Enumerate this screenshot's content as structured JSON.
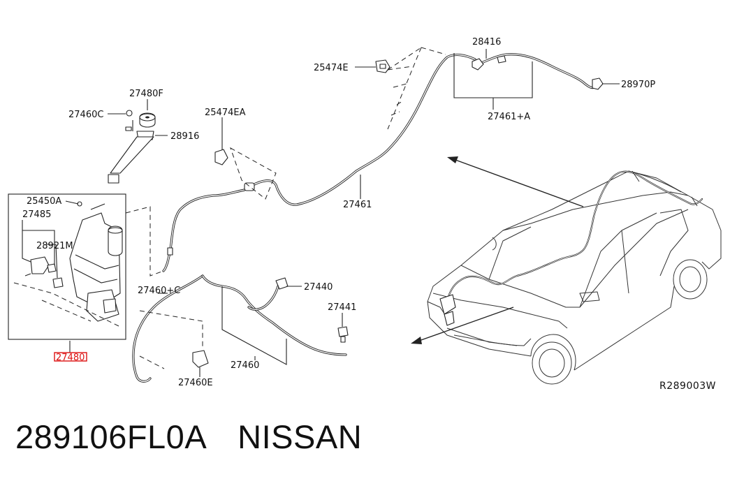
{
  "diagram": {
    "reference_code": "R289003W",
    "highlighted_part": "27480",
    "labels": {
      "p25474E": "25474E",
      "p28416": "28416",
      "p28970P": "28970P",
      "p27461A": "27461+A",
      "p27480F": "27480F",
      "p27460C": "27460C",
      "p28916": "28916",
      "p25474EA": "25474EA",
      "p27461": "27461",
      "p25450A": "25450A",
      "p27485": "27485",
      "p28921M": "28921M",
      "p27460PC": "27460+C",
      "p27440": "27440",
      "p27441": "27441",
      "p27460": "27460",
      "p27460E": "27460E"
    }
  },
  "footer": {
    "part_number": "289106FL0A",
    "brand": "NISSAN"
  }
}
